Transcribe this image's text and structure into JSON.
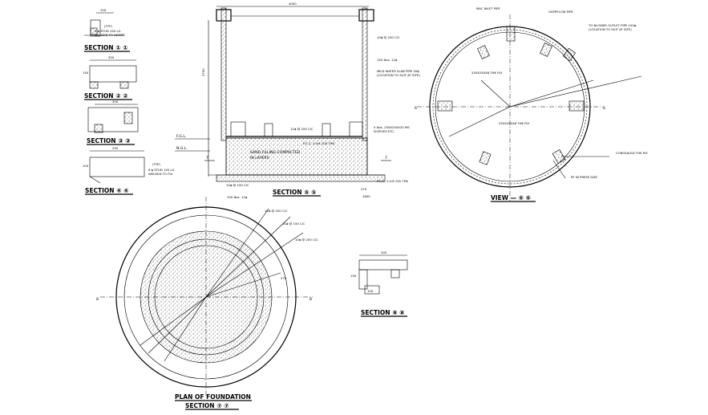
{
  "sections": {
    "s11": "SECTION ① ①",
    "s22": "SECTION ② ②",
    "s33": "SECTION ③ ③",
    "s44": "SECTION ④ ④",
    "s55": "SECTION ⑤ ⑤",
    "s66": "VIEW — ⑥ ⑥",
    "s77_a": "PLAN OF FOUNDATION",
    "s77_b": "SECTION ⑦ ⑦",
    "s88": "SECTION ⑧ ⑧"
  },
  "labels": {
    "fgl": "F.G.L.",
    "ngl": "N.G.L.",
    "overflow": "OVERFLOW PIPE",
    "inlet": "MAC INLET PIPE",
    "blower": "TO BLOWER OUTLET PIPE 100ϕ",
    "blower2": "(LOCATION TO SUIT AT SITE)",
    "pcc": "P.C.C. 1:4:8 150 THK",
    "pcc2": "P.C.C. 1:4:8 100 THK",
    "sand": "SAND FILLING COMPACTED",
    "sand2": "IN LAYERS",
    "mild": "MILD WATER SLAB PIPE 50ϕ",
    "mild2": "(LOCATION TO SUIT AT SITE)",
    "rebar1": "12ϕ @ 200 C/C",
    "rebar2": "10ϕ @ 150 C/C",
    "rebar3": "10ϕ @ 200 C/C",
    "nos": "150 Nos. 12ϕ",
    "nos2": "5 Nos. 250X250X25 MS",
    "nos3": "SLEEVES ETC.",
    "ply1": "250X250X6 THK PLY",
    "ply2": "250X250X6 THK PLY",
    "conc": "CONCEALED THK PLY",
    "conc2": "RT IN PRESS SIZE",
    "typ": "(TYP)",
    "weld": "6 ϕ STUD 150 LG",
    "weld2": "WELDED TO INSERT",
    "weld3": "WELDED TO FIX",
    "dims": {
      "d100": "100",
      "d150": "150",
      "d200": "200",
      "d250": "250",
      "d300": "300",
      "d350": "350",
      "d1800": "1800",
      "d4000": "4000",
      "d2750": "2750",
      "d150b": "150",
      "d275": "275"
    },
    "markers": {
      "m1": "1",
      "m2": "2",
      "m3": "3",
      "m4": "4",
      "m5": "5",
      "m6": "6",
      "m7": "7",
      "m8": "8"
    }
  }
}
